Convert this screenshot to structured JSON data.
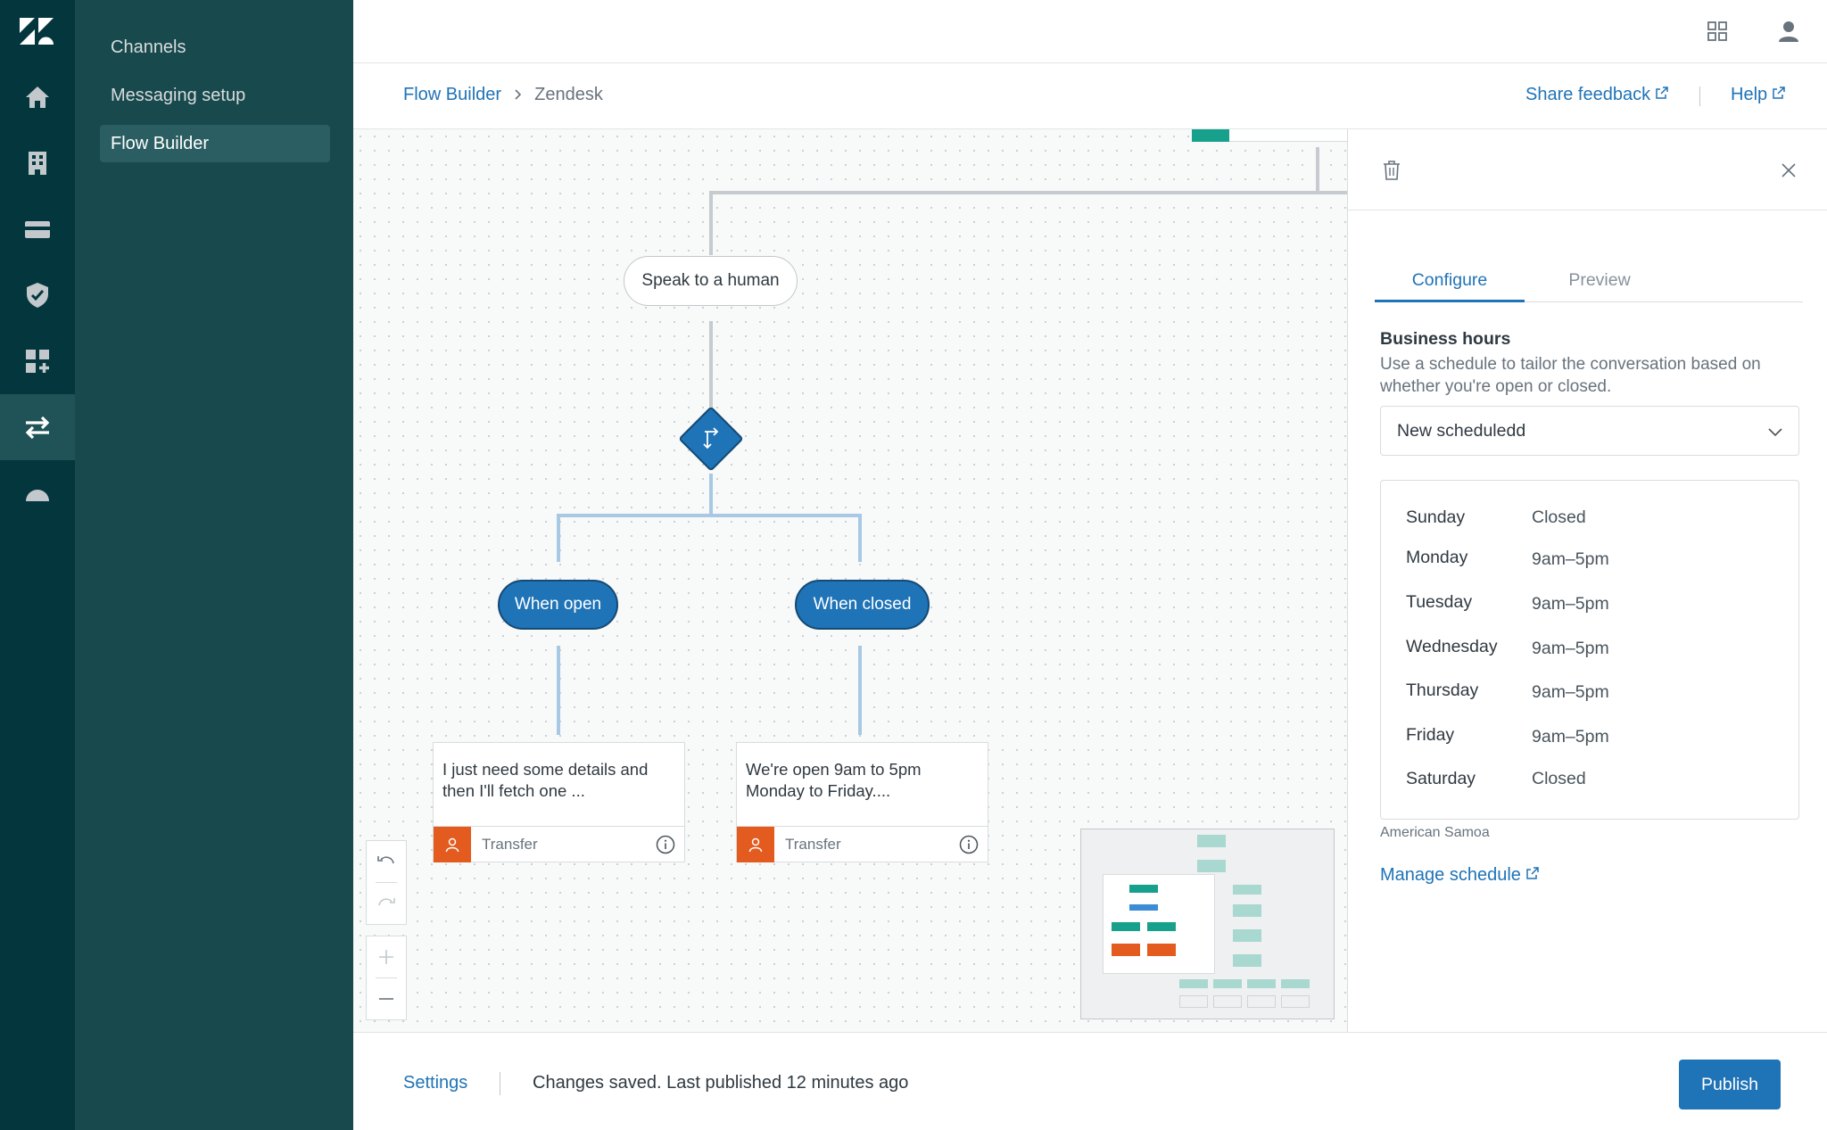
{
  "subnav": {
    "items": [
      {
        "label": "Channels"
      },
      {
        "label": "Messaging setup"
      },
      {
        "label": "Flow Builder"
      }
    ]
  },
  "breadcrumb": {
    "root": "Flow Builder",
    "current": "Zendesk"
  },
  "header_links": {
    "share_feedback": "Share feedback",
    "help": "Help"
  },
  "canvas": {
    "speak_to_human": "Speak to a human",
    "when_open": "When open",
    "when_closed": "When closed",
    "card_open_text": "I just need some details and then I'll fetch one ...",
    "card_closed_text": "We're open 9am to 5pm Monday to Friday....",
    "transfer_label": "Transfer"
  },
  "panel": {
    "tabs": [
      {
        "label": "Configure"
      },
      {
        "label": "Preview"
      }
    ],
    "section_title": "Business hours",
    "section_desc": "Use a schedule to tailor the conversation based on whether you're open or closed.",
    "schedule_selected": "New scheduledd",
    "hours": [
      {
        "day": "Sunday",
        "value": "Closed"
      },
      {
        "day": "Monday",
        "value": "9am–5pm"
      },
      {
        "day": "Tuesday",
        "value": "9am–5pm"
      },
      {
        "day": "Wednesday",
        "value": "9am–5pm"
      },
      {
        "day": "Thursday",
        "value": "9am–5pm"
      },
      {
        "day": "Friday",
        "value": "9am–5pm"
      },
      {
        "day": "Saturday",
        "value": "Closed"
      }
    ],
    "timezone": "American Samoa",
    "manage_schedule": "Manage schedule"
  },
  "footer": {
    "settings": "Settings",
    "status": "Changes saved. Last published 12 minutes ago",
    "publish": "Publish"
  },
  "colors": {
    "rail": "#03363d",
    "subnav": "#17494d",
    "accent": "#1f73b7",
    "transfer": "#e35b1e",
    "minimap_teal": "#17a08c"
  }
}
